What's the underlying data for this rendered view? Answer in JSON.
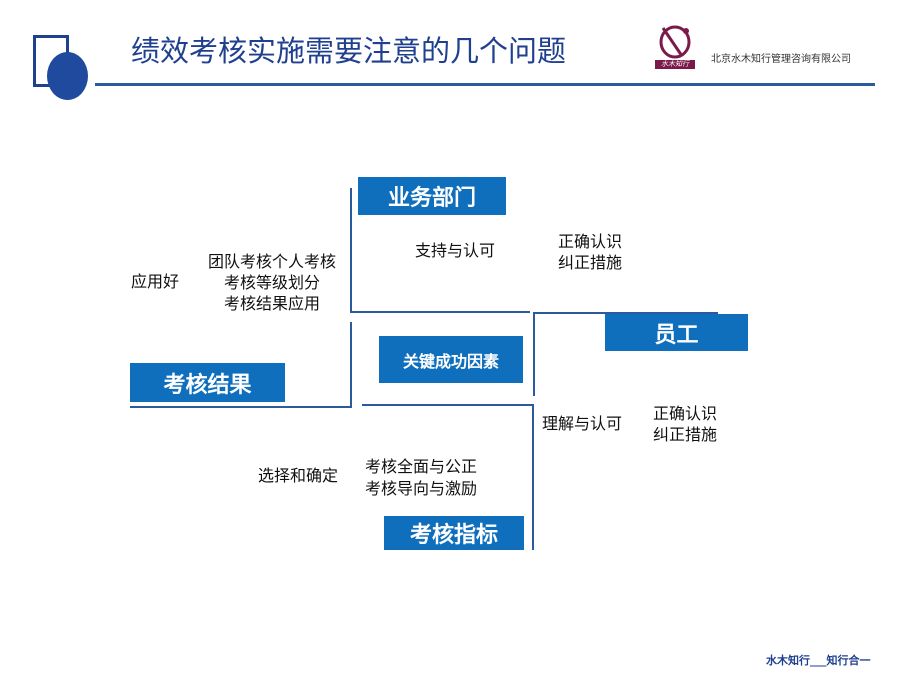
{
  "header": {
    "title": "绩效考核实施需要注意的几个问题",
    "company": "北京水木知行管理咨询有限公司",
    "logo_text": "水木知行"
  },
  "footer": {
    "slogan": "水木知行___知行合一"
  },
  "diagram": {
    "center": "关键成功因素",
    "dept": {
      "label": "业务部门",
      "support": "支持与认可",
      "correct": [
        "正确认识",
        "纠正措施"
      ]
    },
    "employee": {
      "label": "员工",
      "understand": "理解与认可",
      "correct": [
        "正确认识",
        "纠正措施"
      ]
    },
    "result": {
      "label": "考核结果",
      "apply": "应用好",
      "items": [
        "团队考核个人考核",
        "考核等级划分",
        "考核结果应用"
      ]
    },
    "indicator": {
      "label": "考核指标",
      "select": "选择和确定",
      "items": [
        "考核全面与公正",
        "考核导向与激励"
      ]
    }
  },
  "colors": {
    "brand": "#1f3f8f",
    "box": "#0f6fbd",
    "line": "#2c5a9e",
    "logo": "#7a1a4a"
  }
}
